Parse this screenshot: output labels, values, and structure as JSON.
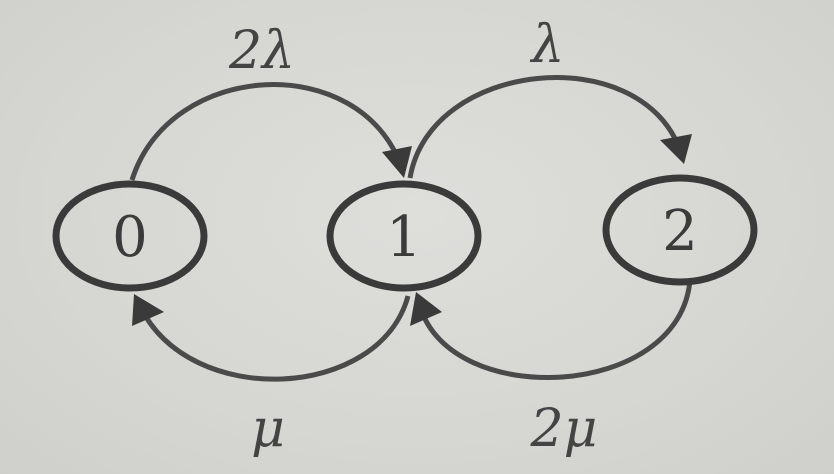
{
  "diagram": {
    "states": [
      {
        "id": "s0",
        "label": "0"
      },
      {
        "id": "s1",
        "label": "1"
      },
      {
        "id": "s2",
        "label": "2"
      }
    ],
    "transitions": [
      {
        "from": "0",
        "to": "1",
        "label": "2λ"
      },
      {
        "from": "1",
        "to": "2",
        "label": "λ"
      },
      {
        "from": "1",
        "to": "0",
        "label": "μ"
      },
      {
        "from": "2",
        "to": "1",
        "label": "2μ"
      }
    ]
  }
}
